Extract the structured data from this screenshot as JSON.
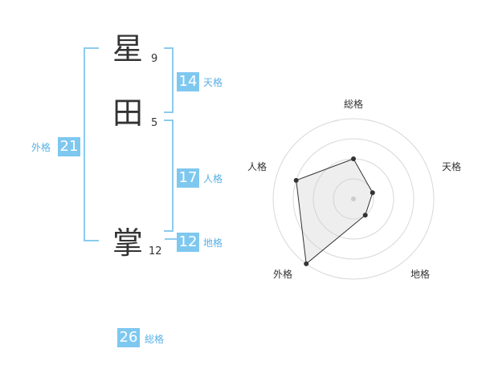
{
  "name": {
    "chars": [
      {
        "char": "星",
        "strokes": "9"
      },
      {
        "char": "田",
        "strokes": "5"
      },
      {
        "char": "掌",
        "strokes": "12"
      }
    ]
  },
  "kaku": {
    "tenkaku": {
      "value": "14",
      "label": "天格"
    },
    "jinkaku": {
      "value": "17",
      "label": "人格"
    },
    "chikaku": {
      "value": "12",
      "label": "地格"
    },
    "gaikaku": {
      "value": "21",
      "label": "外格"
    },
    "soukaku": {
      "value": "26",
      "label": "総格"
    }
  },
  "colors": {
    "accent": "#7ec8f0",
    "bracket": "#8ccbef",
    "text": "#333333"
  },
  "chart_data": {
    "type": "radar",
    "axes": [
      "総格",
      "天格",
      "地格",
      "外格",
      "人格"
    ],
    "rings": 4,
    "values": [
      2,
      1,
      1,
      4,
      3
    ],
    "max": 4
  }
}
